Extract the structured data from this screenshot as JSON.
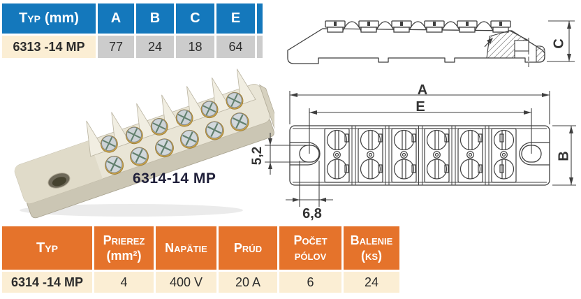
{
  "colors": {
    "header_blue": "#1478bc",
    "header_orange": "#e5732b",
    "row_cream": "#fbeed4",
    "row_gray": "#cccccc",
    "drawing_line": "#3f3f3f"
  },
  "dim_table": {
    "col_type_main": "Typ",
    "col_type_unit": "(mm)",
    "col_a": "A",
    "col_b": "B",
    "col_c": "C",
    "col_e": "E",
    "row_type": "6313 -14 MP",
    "val_a": "77",
    "val_b": "24",
    "val_c": "18",
    "val_e": "64"
  },
  "spec_table": {
    "h_typ": "Typ",
    "h_prierez": "Prierez",
    "h_prierez_sub": "(mm²)",
    "h_napatie": "Napätie",
    "h_prud": "Prúd",
    "h_pocet": "Počet",
    "h_pocet_sub": "pólov",
    "h_balenie": "Balenie",
    "h_balenie_sub": "(ks)",
    "row_typ": "6314 -14 MP",
    "val_prierez": "4",
    "val_napatie": "400 V",
    "val_prud": "20 A",
    "val_pocet": "6",
    "val_balenie": "24"
  },
  "photo": {
    "caption": "6314-14 MP"
  },
  "dims": {
    "a": "A",
    "e": "E",
    "b": "B",
    "c": "C",
    "d52": "5,2",
    "d68": "6,8"
  }
}
